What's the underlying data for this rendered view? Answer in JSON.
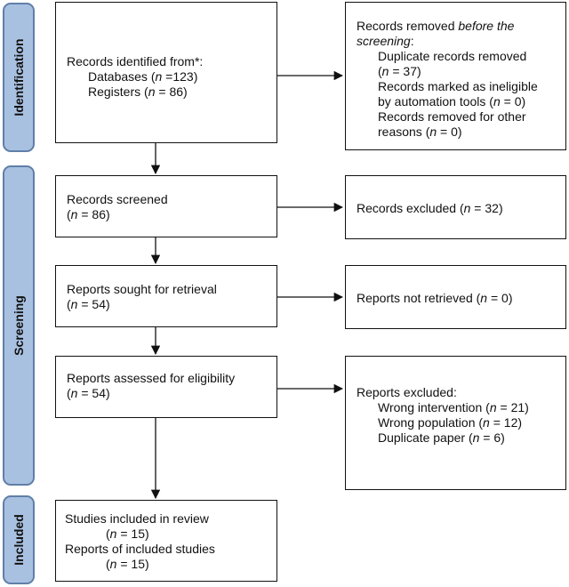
{
  "phases": {
    "identification": "Identification",
    "screening": "Screening",
    "included": "Included"
  },
  "identified": {
    "heading": "Records identified from*:",
    "databases_pre": "Databases (",
    "databases_n": "n",
    "databases_post": " =123)",
    "registers_pre": "Registers (",
    "registers_n": "n",
    "registers_post": " = 86)"
  },
  "removed": {
    "heading_pre": "Records removed ",
    "heading_em": "before the",
    "heading_em2": "screening",
    "heading_post": ":",
    "l1": "Duplicate records removed",
    "l2_pre": "(",
    "l2_n": "n",
    "l2_post": " = 37)",
    "l3": "Records marked as ineligible",
    "l4_pre": "by automation tools (",
    "l4_n": "n",
    "l4_post": " = 0)",
    "l5": "Records removed for other",
    "l6_pre": "reasons (",
    "l6_n": "n",
    "l6_post": " = 0)"
  },
  "screened": {
    "heading": "Records screened",
    "count_pre": "(",
    "count_n": "n",
    "count_post": " = 86)"
  },
  "excluded": {
    "text_pre": "Records excluded (",
    "text_n": "n",
    "text_post": " = 32)"
  },
  "sought": {
    "heading": "Reports sought for retrieval",
    "count_pre": "(",
    "count_n": "n",
    "count_post": " = 54)"
  },
  "not_retrieved": {
    "text_pre": "Reports not retrieved (",
    "text_n": "n",
    "text_post": " = 0)"
  },
  "assessed": {
    "heading": "Reports assessed for eligibility",
    "count_pre": "(",
    "count_n": "n",
    "count_post": " = 54)"
  },
  "reports_excluded": {
    "heading": "Reports excluded:",
    "r1_pre": "Wrong intervention (",
    "r1_n": "n",
    "r1_post": " = 21)",
    "r2_pre": "Wrong population (",
    "r2_n": "n",
    "r2_post": " = 12)",
    "r3_pre": "Duplicate paper (",
    "r3_n": "n",
    "r3_post": " = 6)"
  },
  "included": {
    "studies": "Studies included in review",
    "studies_pre": "(",
    "studies_n": "n",
    "studies_post": " = 15)",
    "reports": "Reports of included studies",
    "reports_pre": "(",
    "reports_n": "n",
    "reports_post": " = 15)"
  }
}
